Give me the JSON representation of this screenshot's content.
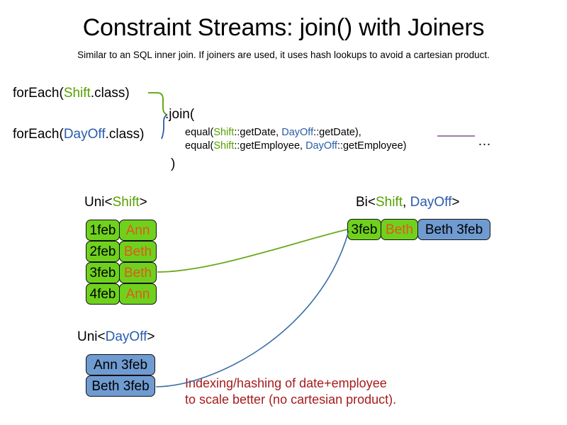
{
  "header": {
    "title": "Constraint Streams: join() with Joiners",
    "subtitle": "Similar to an SQL inner join. If joiners are used, it uses hash lookups to avoid a cartesian product."
  },
  "code": {
    "foreach_shift": {
      "prefix": "forEach(",
      "type": "Shift",
      "suffix": ".class)"
    },
    "foreach_dayoff": {
      "prefix": "forEach(",
      "type": "DayOff",
      "suffix": ".class)"
    },
    "join_open": ".join(",
    "join_close": ")",
    "joiners": [
      {
        "fn": "equal(",
        "left_type": "Shift",
        "left_method": "::getDate, ",
        "right_type": "DayOff",
        "right_method": "::getDate),"
      },
      {
        "fn": "equal(",
        "left_type": "Shift",
        "left_method": "::getEmployee, ",
        "right_type": "DayOff",
        "right_method": "::getEmployee)"
      }
    ],
    "ellipsis": "…"
  },
  "streams": {
    "uni_shift": {
      "label_prefix": "Uni<",
      "label_type": "Shift",
      "label_suffix": ">",
      "rows": [
        {
          "date": "1feb",
          "name": "Ann"
        },
        {
          "date": "2feb",
          "name": "Beth"
        },
        {
          "date": "3feb",
          "name": "Beth"
        },
        {
          "date": "4feb",
          "name": "Ann"
        }
      ]
    },
    "uni_dayoff": {
      "label_prefix": "Uni<",
      "label_type": "DayOff",
      "label_suffix": ">",
      "rows": [
        {
          "text": "Ann 3feb"
        },
        {
          "text": "Beth 3feb"
        }
      ]
    },
    "bi": {
      "label_prefix": "Bi<",
      "label_type_a": "Shift",
      "label_sep": ", ",
      "label_type_b": "DayOff",
      "label_suffix": ">",
      "tuple": {
        "date": "3feb",
        "name": "Beth",
        "dayoff": "Beth 3feb"
      }
    }
  },
  "annotation": {
    "line1": "Indexing/hashing of date+employee",
    "line2": "to scale better (no cartesian product)."
  },
  "colors": {
    "shift_green": "#57a000",
    "dayoff_blue": "#2a5caa",
    "box_green": "#6fd11e",
    "box_blue": "#6f9bd1",
    "name_orange": "#e1591a",
    "annotation_red": "#a61c1c",
    "ellipsis_line_purple": "#7a5c7a"
  }
}
